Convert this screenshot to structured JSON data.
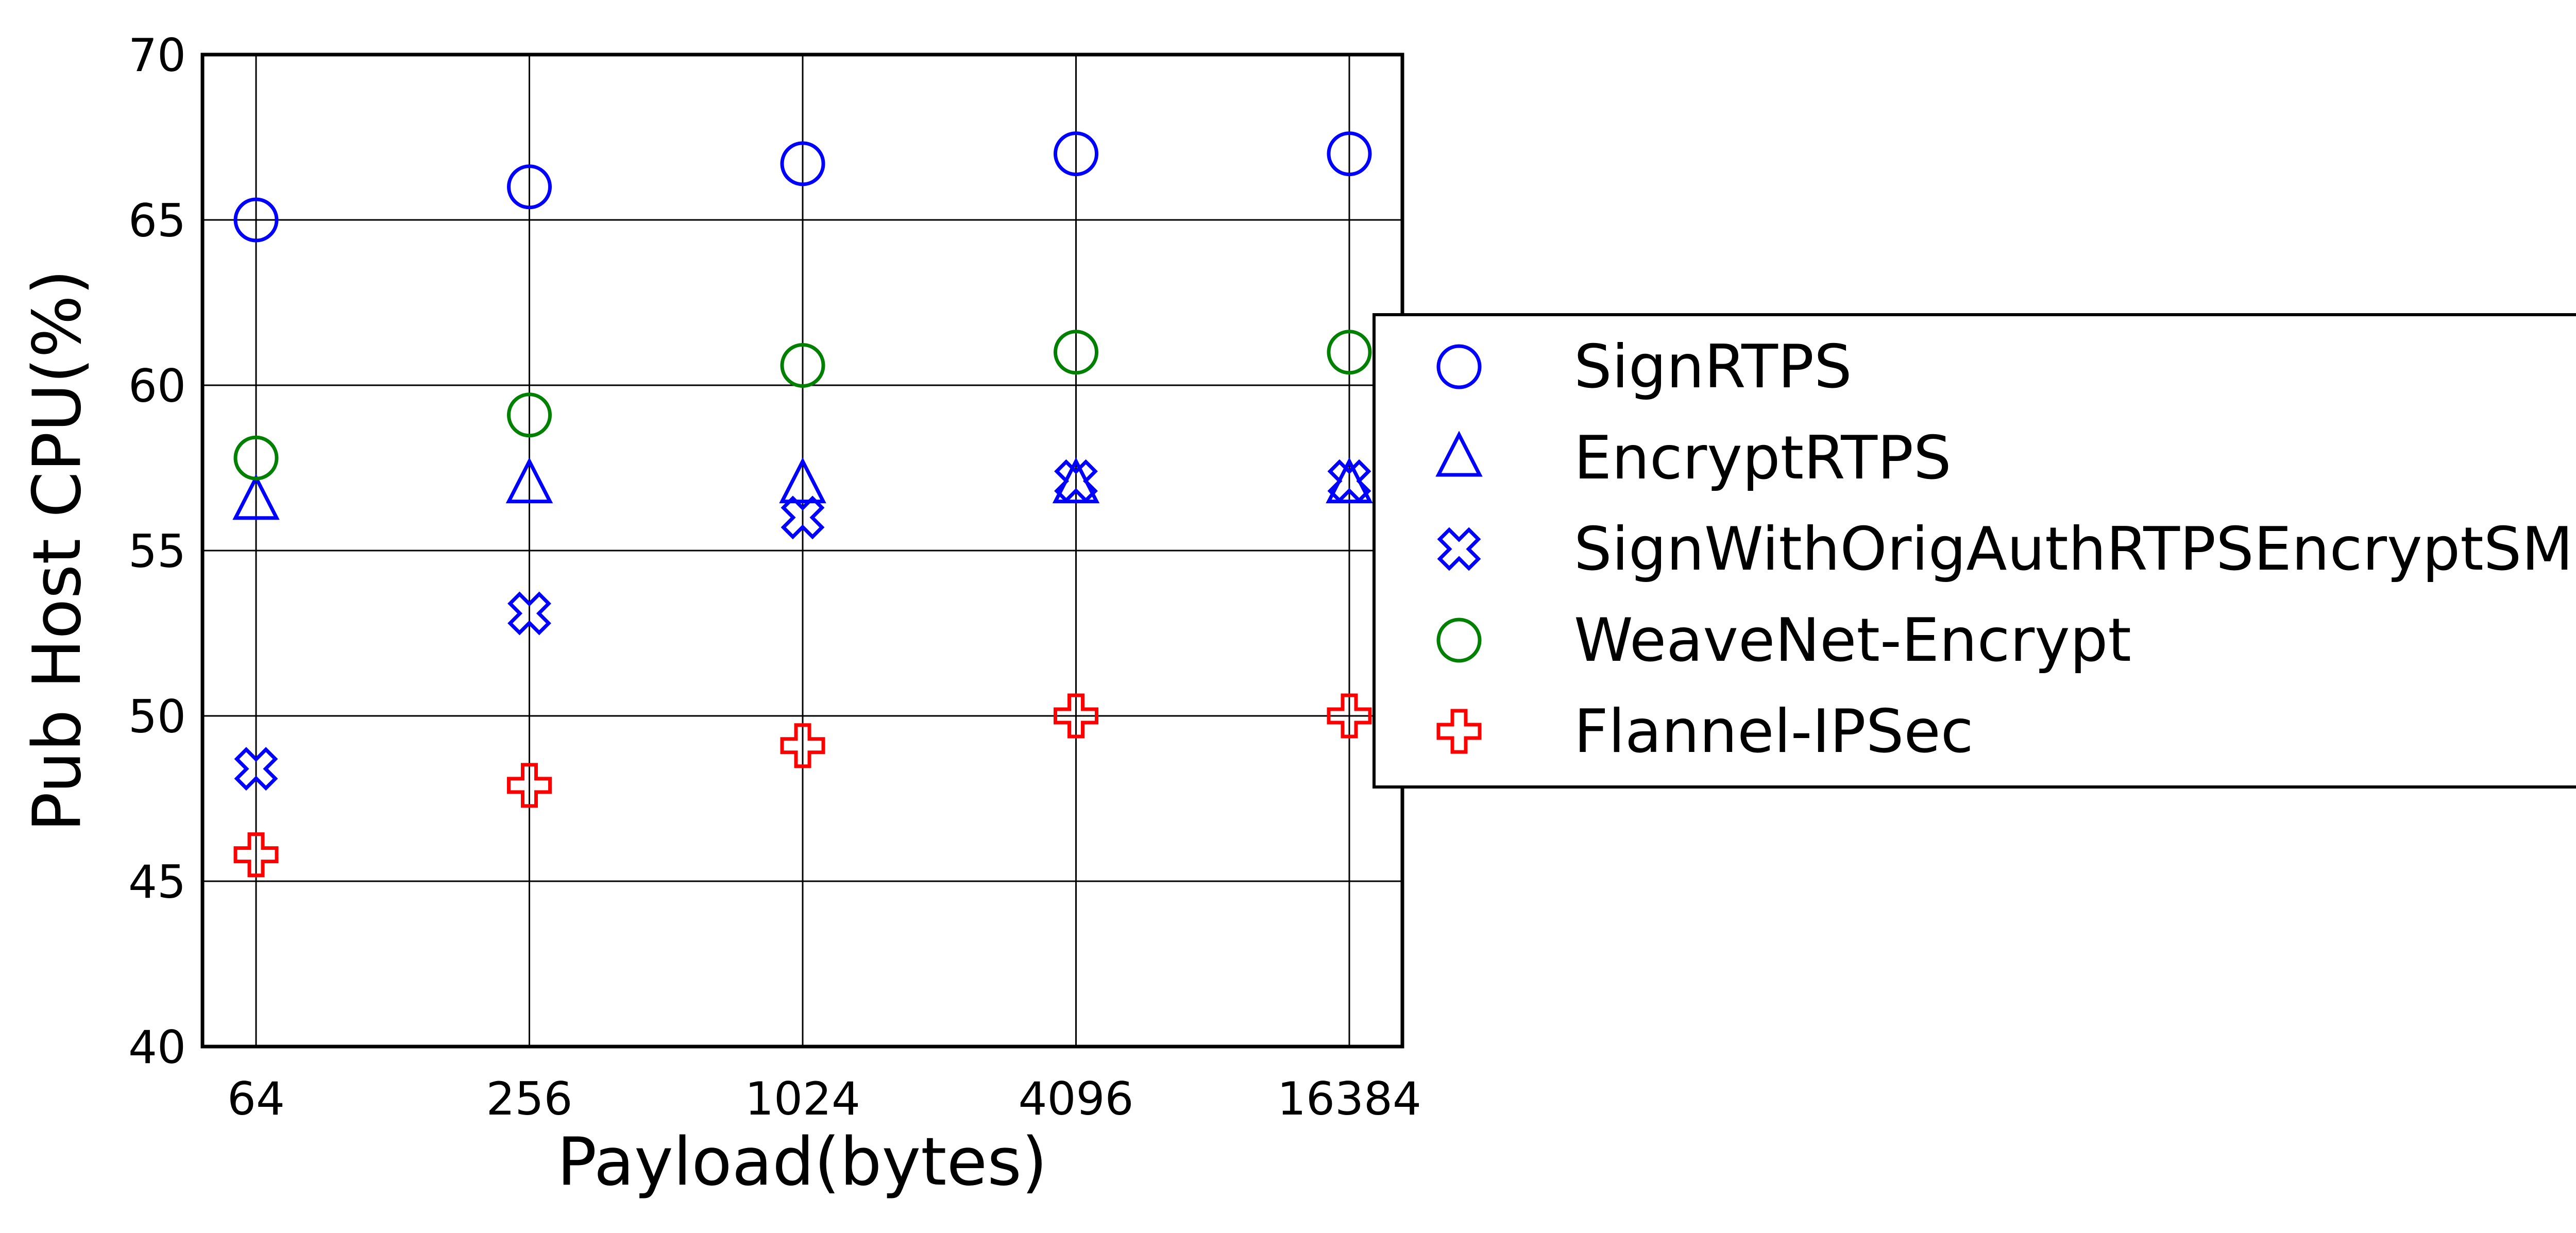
{
  "chart_data": {
    "type": "scatter",
    "title": "",
    "xlabel": "Payload(bytes)",
    "ylabel": "Pub Host CPU(%)",
    "categories": [
      "64",
      "256",
      "1024",
      "4096",
      "16384"
    ],
    "ylim": [
      40,
      70
    ],
    "yticks": [
      "40",
      "45",
      "50",
      "55",
      "60",
      "65",
      "70"
    ],
    "grid": true,
    "legend_position": "right, outside plot",
    "series": [
      {
        "name": "SignRTPS",
        "marker": "circle",
        "color": "#0000ff",
        "values": [
          65.0,
          66.0,
          66.7,
          67.0,
          67.0
        ]
      },
      {
        "name": "EncryptRTPS",
        "marker": "triangle",
        "color": "#0000ff",
        "values": [
          56.5,
          57.0,
          57.0,
          57.0,
          57.0
        ]
      },
      {
        "name": "SignWithOrigAuthRTPSEncryptSM",
        "marker": "x-cross",
        "color": "#0000ff",
        "values": [
          48.4,
          53.1,
          56.0,
          57.1,
          57.1
        ]
      },
      {
        "name": "WeaveNet-Encrypt",
        "marker": "circle",
        "color": "#008000",
        "values": [
          57.8,
          59.1,
          60.6,
          61.0,
          61.0
        ]
      },
      {
        "name": "Flannel-IPSec",
        "marker": "plus",
        "color": "#ff0000",
        "values": [
          45.8,
          47.9,
          49.1,
          50.0,
          50.0
        ]
      }
    ]
  }
}
